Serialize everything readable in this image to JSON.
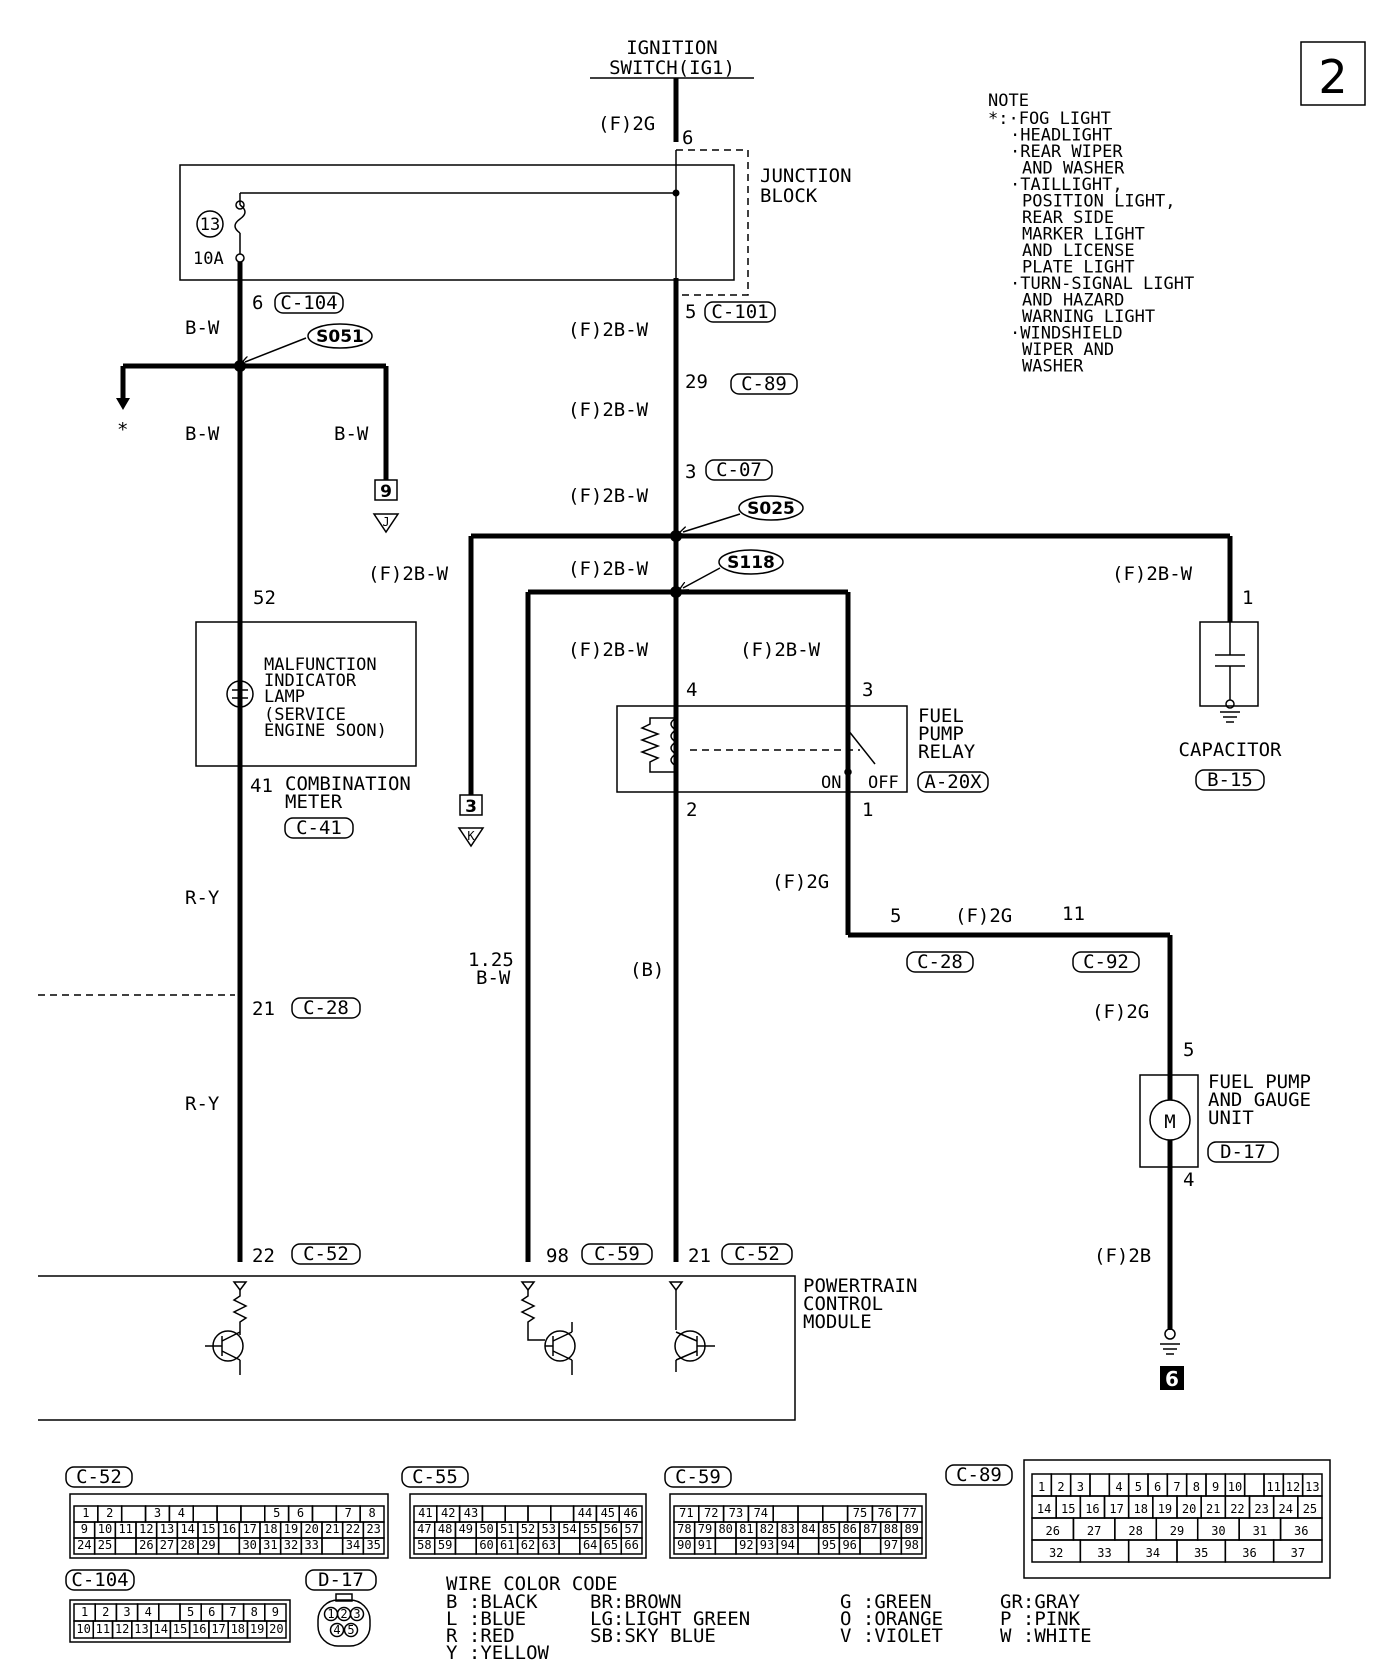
{
  "page_number": "2",
  "ignition": {
    "line1": "IGNITION",
    "line2": "SWITCH(IG1)"
  },
  "note": {
    "title": "NOTE",
    "items": [
      "*:·FOG LIGHT",
      "·HEADLIGHT",
      "·REAR WIPER",
      "AND WASHER",
      "·TAILLIGHT,",
      "POSITION LIGHT,",
      "REAR SIDE",
      "MARKER LIGHT",
      "AND LICENSE",
      "PLATE LIGHT",
      "·TURN-SIGNAL LIGHT",
      "AND HAZARD",
      "WARNING LIGHT",
      "·WINDSHIELD",
      "WIPER AND",
      "WASHER"
    ]
  },
  "junction_block": {
    "line1": "JUNCTION",
    "line2": "BLOCK",
    "fuse_number": "13",
    "fuse_rating": "10A"
  },
  "labels": {
    "f2g": "(F)2G",
    "f2bw": "(F)2B-W",
    "f2b": "(F)2B",
    "bw": "B-W",
    "ry": "R-Y",
    "star": "*",
    "b_paren": "(B)",
    "w125_a": "1.25",
    "w125_b": "B-W"
  },
  "pins": {
    "p6": "6",
    "p5": "5",
    "p29": "29",
    "p3": "3",
    "p52": "52",
    "p41": "41",
    "p21": "21",
    "p22": "22",
    "p98": "98",
    "p4": "4",
    "p2": "2",
    "p1": "1",
    "p11": "11",
    "p9": "9"
  },
  "connectors": {
    "c104": "C-104",
    "c101": "C-101",
    "c89": "C-89",
    "c07": "C-07",
    "c41": "C-41",
    "c28": "C-28",
    "c52": "C-52",
    "c59": "C-59",
    "c55": "C-55",
    "c92": "C-92",
    "a20x": "A-20X",
    "b15": "B-15",
    "d17": "D-17"
  },
  "splices": {
    "s051": "S051",
    "s025": "S025",
    "s118": "S118"
  },
  "terminals": {
    "j": "J",
    "k": "K",
    "six": "6"
  },
  "mil": {
    "l1": "MALFUNCTION",
    "l2": "INDICATOR",
    "l3": "LAMP",
    "l4": "(SERVICE",
    "l5": "ENGINE SOON)"
  },
  "combination_meter": {
    "l1": "COMBINATION",
    "l2": "METER"
  },
  "fuel_pump_relay": {
    "l1": "FUEL",
    "l2": "PUMP",
    "l3": "RELAY",
    "on": "ON",
    "off": "OFF"
  },
  "capacitor": "CAPACITOR",
  "fuel_pump_unit": {
    "l1": "FUEL PUMP",
    "l2": "AND GAUGE",
    "l3": "UNIT",
    "motor": "M"
  },
  "pcm": {
    "l1": "POWERTRAIN",
    "l2": "CONTROL",
    "l3": "MODULE"
  },
  "wire_color_code": {
    "title": "WIRE COLOR CODE",
    "col1": [
      "B :BLACK",
      "L :BLUE",
      "R :RED",
      "Y :YELLOW"
    ],
    "col2": [
      "BR:BROWN",
      "LG:LIGHT GREEN",
      "SB:SKY BLUE"
    ],
    "col3": [
      "G :GREEN",
      "O :ORANGE",
      "V :VIOLET"
    ],
    "col4": [
      "GR:GRAY",
      "P :PINK",
      "W :WHITE"
    ]
  },
  "connector_tables": {
    "c52": {
      "r1": [
        "1",
        "2",
        "",
        "3",
        "4",
        "",
        "",
        "",
        "5",
        "6",
        "",
        "7",
        "8"
      ],
      "r2": [
        "9",
        "10",
        "11",
        "12",
        "13",
        "14",
        "15",
        "16",
        "17",
        "18",
        "19",
        "20",
        "21",
        "22",
        "23"
      ],
      "r3": [
        "24",
        "25",
        "",
        "26",
        "27",
        "28",
        "29",
        "",
        "30",
        "31",
        "32",
        "33",
        "",
        "34",
        "35"
      ]
    },
    "c55": {
      "r1": [
        "41",
        "42",
        "43",
        "",
        "",
        "",
        "",
        "44",
        "45",
        "46"
      ],
      "r2": [
        "47",
        "48",
        "49",
        "50",
        "51",
        "52",
        "53",
        "54",
        "55",
        "56",
        "57"
      ],
      "r3": [
        "58",
        "59",
        "",
        "60",
        "61",
        "62",
        "63",
        "",
        "64",
        "65",
        "66"
      ]
    },
    "c59": {
      "r1": [
        "71",
        "72",
        "73",
        "74",
        "",
        "",
        "",
        "75",
        "76",
        "77"
      ],
      "r2": [
        "78",
        "79",
        "80",
        "81",
        "82",
        "83",
        "84",
        "85",
        "86",
        "87",
        "88",
        "89"
      ],
      "r3": [
        "90",
        "91",
        "",
        "92",
        "93",
        "94",
        "",
        "95",
        "96",
        "",
        "97",
        "98"
      ]
    },
    "c89": {
      "r1": [
        "1",
        "2",
        "3",
        "",
        "4",
        "5",
        "6",
        "7",
        "8",
        "9",
        "10",
        "",
        "11",
        "12",
        "13"
      ],
      "r2": [
        "14",
        "15",
        "16",
        "17",
        "18",
        "19",
        "20",
        "21",
        "22",
        "23",
        "24",
        "25"
      ],
      "r3": [
        "26",
        "27",
        "28",
        "29",
        "30",
        "31",
        "36"
      ],
      "r4": [
        "32",
        "33",
        "34",
        "35",
        "36",
        "37"
      ]
    },
    "c104": {
      "r1": [
        "1",
        "2",
        "3",
        "4",
        "",
        "5",
        "6",
        "7",
        "8",
        "9"
      ],
      "r2": [
        "10",
        "11",
        "12",
        "13",
        "14",
        "15",
        "16",
        "17",
        "18",
        "19",
        "20"
      ]
    },
    "d17": [
      "1",
      "2",
      "3",
      "4",
      "5"
    ]
  }
}
